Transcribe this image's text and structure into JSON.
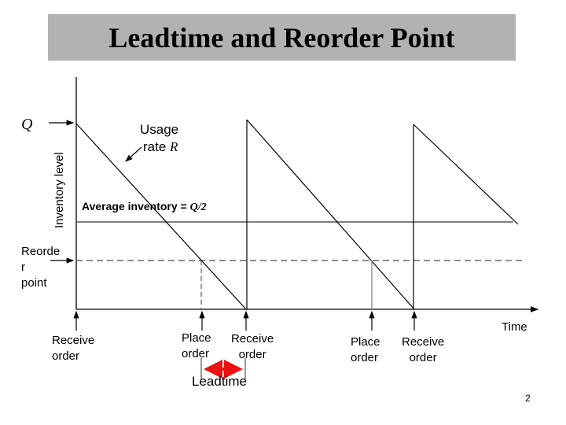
{
  "slide": {
    "title": "Leadtime and Reorder Point",
    "page_number": "2"
  },
  "labels": {
    "q_symbol": "Q",
    "y_axis": "Inventory level",
    "usage_line1": "Usage",
    "usage_line2": "rate",
    "usage_symbol": "R",
    "avg_inventory_prefix": "Average inventory = ",
    "avg_inventory_formula": "Q/2",
    "reorder_line1": "Reorde",
    "reorder_line2": "r",
    "reorder_line3": "point",
    "x_axis": "Time",
    "receive_order_1a": "Receive",
    "receive_order_1b": "order",
    "place_order_1a": "Place",
    "place_order_1b": "order",
    "receive_order_2a": "Receive",
    "receive_order_2b": "order",
    "place_order_2a": "Place",
    "place_order_2b": "order",
    "receive_order_3a": "Receive",
    "receive_order_3b": "order",
    "leadtime": "Leadtime"
  },
  "colors": {
    "title_bg": "#b2b2b2",
    "leadtime_arrow": "#ee1111",
    "line": "#000000",
    "guide_line": "#666666"
  }
}
